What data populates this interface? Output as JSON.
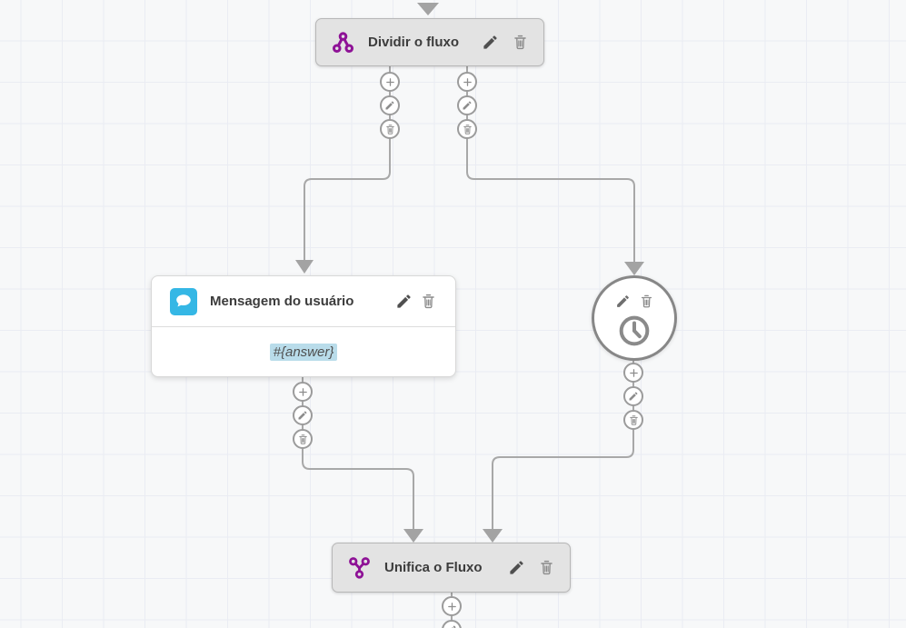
{
  "canvas": {
    "background_color": "#f7f8f9",
    "grid_line_color": "#eaecf3",
    "connector_color": "#a8a8a8"
  },
  "nodes": {
    "split": {
      "title": "Dividir o fluxo",
      "icon": "split-flow-icon",
      "accent_color": "#8e1296"
    },
    "user_message": {
      "title": "Mensagem do usuário",
      "icon": "chat-bubble-icon",
      "icon_bg_color": "#35b7e5",
      "body": "#{answer}",
      "highlight_color": "#b9dcea"
    },
    "timer": {
      "icon": "clock-icon"
    },
    "merge": {
      "title": "Unifica o Fluxo",
      "icon": "merge-flow-icon",
      "accent_color": "#8e1296"
    }
  }
}
